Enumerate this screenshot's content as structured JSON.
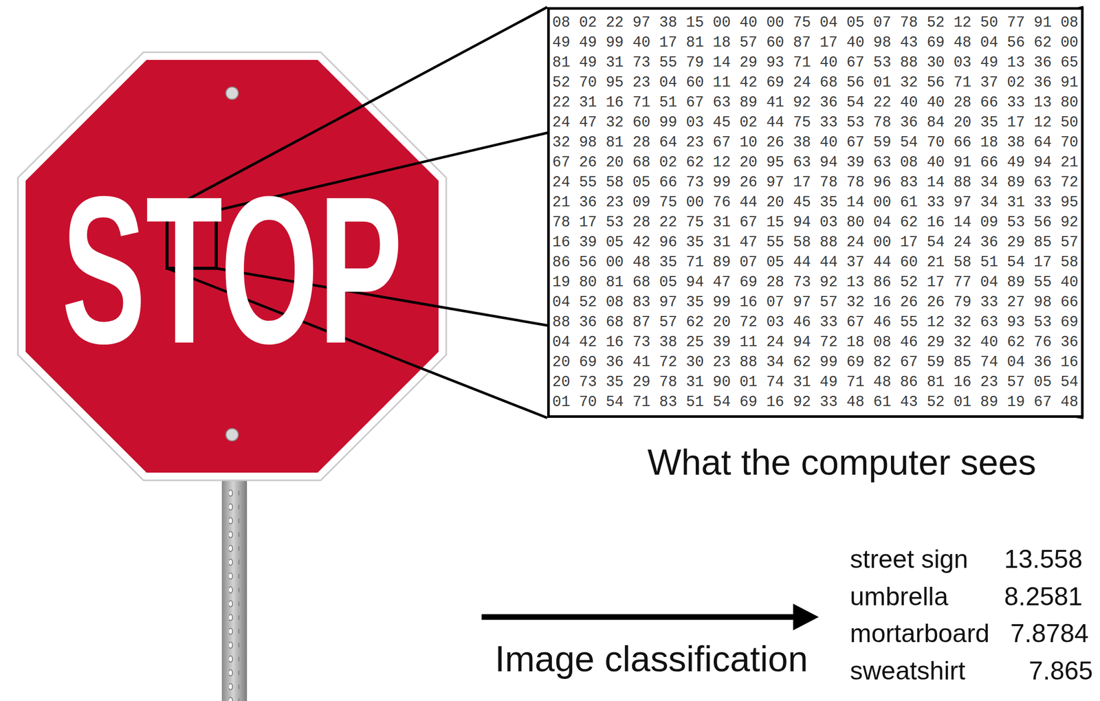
{
  "diagram": {
    "nodes": [
      {
        "text": [
          "08 02 22 97 38 15 00 40 00 75 04 05 07 78 52 12 50 77 91 08",
          "49 49 99 40 17 81 18 57 60 87 17 40 98 43 69 48 04 56 62 00",
          "81 49 31 73 55 79 14 29 93 71 40 67 53 88 30 03 49 13 36 65",
          "52 70 95 23 04 60 11 42 69 24 68 56 01 32 56 71 37 02 36 91",
          "22 31 16 71 51 67 63 89 41 92 36 54 22 40 40 28 66 33 13 80",
          "24 47 32 60 99 03 45 02 44 75 33 53 78 36 84 20 35 17 12 50",
          "32 98 81 28 64 23 67 10 26 38 40 67 59 54 70 66 18 38 64 70",
          "67 26 20 68 02 62 12 20 95 63 94 39 63 08 40 91 66 49 94 21",
          "24 55 58 05 66 73 99 26 97 17 78 78 96 83 14 88 34 89 63 72",
          "21 36 23 09 75 00 76 44 20 45 35 14 00 61 33 97 34 31 33 95",
          "78 17 53 28 22 75 31 67 15 94 03 80 04 62 16 14 09 53 56 92",
          "16 39 05 42 96 35 31 47 55 58 88 24 00 17 54 24 36 29 85 57",
          "86 56 00 48 35 71 89 07 05 44 44 37 44 60 21 58 51 54 17 58",
          "19 80 81 68 05 94 47 69 28 73 92 13 86 52 17 77 04 89 55 40",
          "04 52 08 83 97 35 99 16 07 97 57 32 16 26 26 79 33 27 98 66",
          "88 36 68 87 57 62 20 72 03 46 33 67 46 55 12 32 63 93 53 69",
          "04 42 16 73 38 25 39 11 24 94 72 18 08 46 29 32 40 62 76 36",
          "20 69 36 41 72 30 23 88 34 62 99 69 82 67 59 85 74 04 36 16",
          "20 73 35 29 78 31 90 01 74 31 49 71 48 86 81 16 23 57 05 54",
          "01 70 54 71 83 51 54 69 16 92 33 48 61 43 52 01 89 19 67 48",
          "What the computer sees"
        ]
      }
    ],
    "labels": [
      "STOP",
      "Image classification",
      "street sign",
      "13.558",
      "umbrella",
      "8.2581",
      "mortarboard",
      "7.8784",
      "sweatshirt",
      "7.865"
    ]
  }
}
